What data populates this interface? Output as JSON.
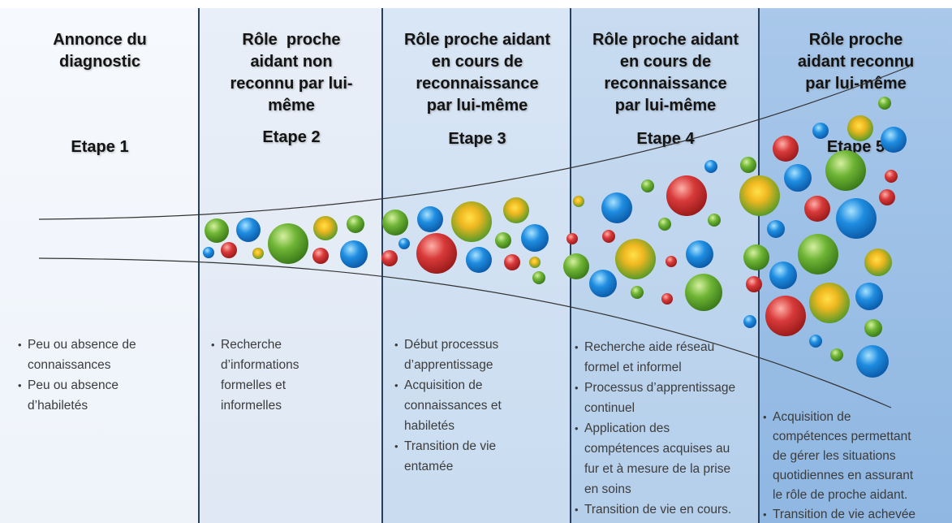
{
  "columns": [
    {
      "title_lines": [
        "Annonce du",
        "diagnostic"
      ],
      "stage": "Etape 1",
      "notes": [
        [
          "Peu ou absence de",
          "connaissances"
        ],
        [
          "Peu ou absence",
          "d’habiletés"
        ]
      ]
    },
    {
      "title_lines": [
        "Rôle  proche",
        "aidant non",
        "reconnu par lui-",
        "même"
      ],
      "stage": "Etape 2",
      "notes": [
        [
          "Recherche",
          "d’informations",
          "formelles et",
          "informelles"
        ]
      ]
    },
    {
      "title_lines": [
        "Rôle proche aidant",
        "en cours de",
        "reconnaissance",
        "par lui-même"
      ],
      "stage": "Etape 3",
      "notes": [
        [
          "Début processus",
          "d’apprentissage"
        ],
        [
          "Acquisition de",
          "connaissances et",
          "habiletés"
        ],
        [
          "Transition de vie",
          "entamée"
        ]
      ]
    },
    {
      "title_lines": [
        "Rôle proche aidant",
        "en cours de",
        "reconnaissance",
        "par lui-même"
      ],
      "stage": "Etape 4",
      "notes": [
        [
          "Recherche aide réseau",
          "formel et informel"
        ],
        [
          "Processus d’apprentissage",
          "continuel"
        ],
        [
          "Application des",
          "compétences acquises au",
          "fur et à mesure de la prise",
          "en soins"
        ],
        [
          "Transition de vie en cours."
        ]
      ]
    },
    {
      "title_lines": [
        "Rôle proche",
        "aidant reconnu",
        "par lui-même"
      ],
      "stage": "Etape 5",
      "notes": [
        [
          "Acquisition de",
          "compétences permettant",
          "de gérer les situations",
          "quotidiennes en assurant",
          "le rôle de proche aidant."
        ],
        [
          "Transition de vie achevée"
        ]
      ]
    }
  ],
  "colors": {
    "green": "#5aa02c",
    "blue": "#1f8de0",
    "red": "#d83a3a",
    "yellow": "#e8b81a",
    "divider": "#2a3f5c",
    "curve": "#333333"
  }
}
